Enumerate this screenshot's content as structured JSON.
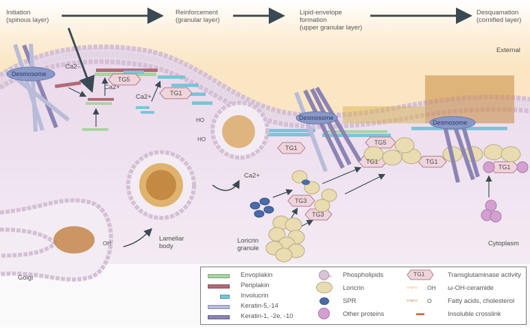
{
  "stages": [
    {
      "label": "Initiation\n(spinous layer)"
    },
    {
      "label": "Reinforcement\n(granular layer)"
    },
    {
      "label": "Lipid-envelope\nformation\n(upper granular layer)"
    },
    {
      "label": "Desquamation\n(cornified layer)"
    }
  ],
  "regions": {
    "external": "External",
    "cytoplasm": "Cytoplasm"
  },
  "labels": {
    "desmosome": "Desmosome",
    "ca2": "Ca2+",
    "ca2_alt": "Ca2–",
    "tg5": "TG5",
    "tg1": "TG1",
    "tg3": "TG3",
    "ho": "HO",
    "oh": "OH",
    "lamellar_body": "Lamellar\nbody",
    "loricrin_granule": "Loricrin\ngranule",
    "golgi": "Golgi"
  },
  "legend": {
    "col1": [
      {
        "label": "Envoplakin",
        "color": "#a8d4a0"
      },
      {
        "label": "Periplakin",
        "color": "#b06a78"
      },
      {
        "label": "Involucrin",
        "color": "#7cc4d8"
      },
      {
        "label": "Keratin-5,-14",
        "color": "#b8bcd8"
      },
      {
        "label": "Keratin-1, -2e, -10",
        "color": "#8c84b4"
      }
    ],
    "col2": [
      {
        "label": "Phospholipids",
        "color": "#d8c4d8"
      },
      {
        "label": "Loricrin",
        "color": "#e8dcb0"
      },
      {
        "label": "SPR",
        "color": "#4a6aa8"
      },
      {
        "label": "Other proteins",
        "color": "#d4a0d0"
      }
    ],
    "col3": [
      {
        "symbol": "TG1",
        "label": "Transglutaminase activity"
      },
      {
        "symbol": "OH",
        "label": "ω-OH-ceramide",
        "color": "#d8b040"
      },
      {
        "symbol": "O",
        "label": "Fatty acids, cholesterol",
        "color": "#c07830"
      },
      {
        "symbol": "",
        "label": "Insoluble crosslink",
        "color": "#d8704a"
      }
    ]
  },
  "colors": {
    "external_bg": "#fbe8c8",
    "cytoplasm_bg": "#ece0ec",
    "arrow": "#3a4a54",
    "membrane_head": "#d4c0d4",
    "desmosome": "#8898c8"
  }
}
